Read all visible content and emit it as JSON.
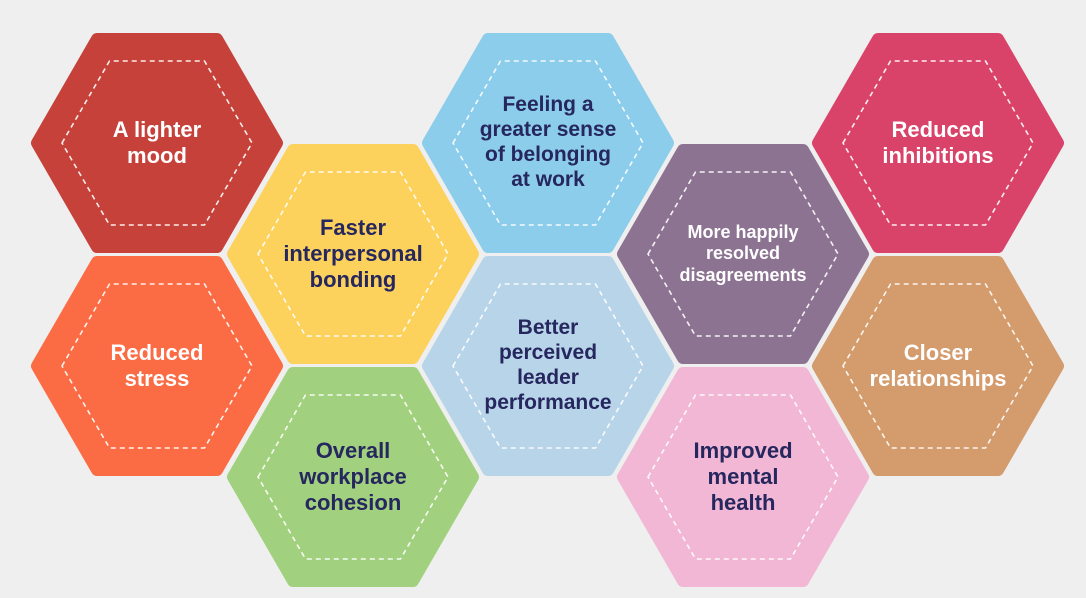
{
  "background": "#efefef",
  "tiles": [
    {
      "id": "a-lighter-mood",
      "label": "A lighter\nmood",
      "fill": "#c6413a",
      "text_color": "#ffffff"
    },
    {
      "id": "reduced-stress",
      "label": "Reduced\nstress",
      "fill": "#fb6c45",
      "text_color": "#ffffff"
    },
    {
      "id": "faster-interpersonal-bonding",
      "label": "Faster\ninterpersonal\nbonding",
      "fill": "#fcd15c",
      "text_color": "#26275e"
    },
    {
      "id": "overall-workplace-cohesion",
      "label": "Overall\nworkplace\ncohesion",
      "fill": "#a1d17e",
      "text_color": "#26275e"
    },
    {
      "id": "feeling-a-greater-sense-of-belonging",
      "label": "Feeling a\ngreater sense\nof belonging\nat work",
      "fill": "#8bcdeb",
      "text_color": "#26275e"
    },
    {
      "id": "better-perceived-leader-performance",
      "label": "Better\nperceived\nleader\nperformance",
      "fill": "#b8d4e9",
      "text_color": "#26275e"
    },
    {
      "id": "more-happily-resolved-disagreements",
      "label": "More happily\nresolved\ndisagreements",
      "fill": "#8d7392",
      "text_color": "#ffffff"
    },
    {
      "id": "improved-mental-health",
      "label": "Improved\nmental\nhealth",
      "fill": "#f1b7d4",
      "text_color": "#26275e"
    },
    {
      "id": "reduced-inhibitions",
      "label": "Reduced\ninhibitions",
      "fill": "#d9436a",
      "text_color": "#ffffff"
    },
    {
      "id": "closer-relationships",
      "label": "Closer\nrelationships",
      "fill": "#d49b6c",
      "text_color": "#ffffff"
    }
  ]
}
